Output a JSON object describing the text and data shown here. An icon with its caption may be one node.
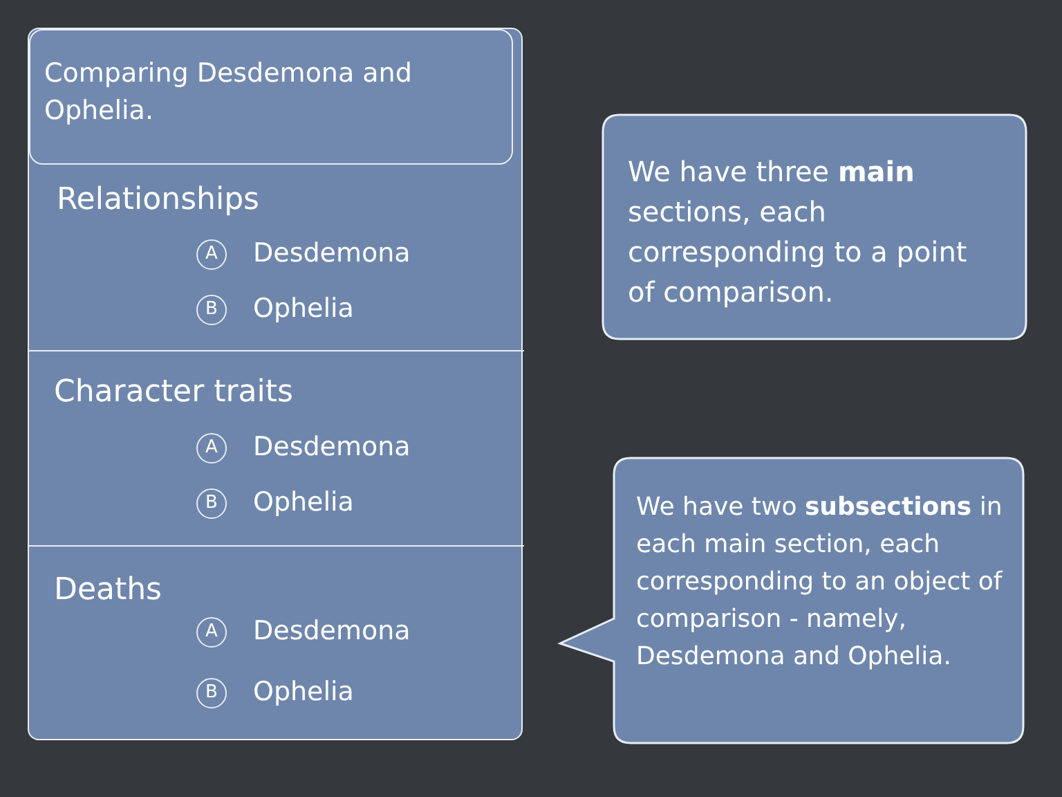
{
  "diagram": {
    "nodes": [
      {
        "text": [],
        "shape": "box"
      },
      {
        "text": [
          "Comparing Desdemona and Ophelia."
        ],
        "in": 0
      },
      {
        "text": [
          "Relationships"
        ],
        "in": 0
      },
      {
        "text": [
          "A"
        ],
        "beside": [
          "Desdemona"
        ],
        "in": 2
      },
      {
        "text": [
          "B"
        ],
        "beside": [
          "Ophelia"
        ],
        "in": 2
      },
      {
        "text": [
          "Character traits"
        ],
        "in": 0
      },
      {
        "text": [
          "A"
        ],
        "beside": [
          "Desdemona"
        ],
        "in": 5
      },
      {
        "text": [
          "B"
        ],
        "beside": [
          "Ophelia"
        ],
        "in": 5
      },
      {
        "text": [
          "Deaths"
        ],
        "in": 0
      },
      {
        "text": [
          "A"
        ],
        "beside": [
          "Desdemona"
        ],
        "in": 8
      },
      {
        "text": [
          "B"
        ],
        "beside": [
          "Ophelia"
        ],
        "in": 8
      },
      {
        "text": [
          "We have three **main** sections, each corresponding to a point of comparison."
        ]
      },
      {
        "text": [
          "We have two **subsections** in each main section, each corresponding to an object of comparison - namely, Desdemona and Ophelia."
        ]
      }
    ]
  }
}
